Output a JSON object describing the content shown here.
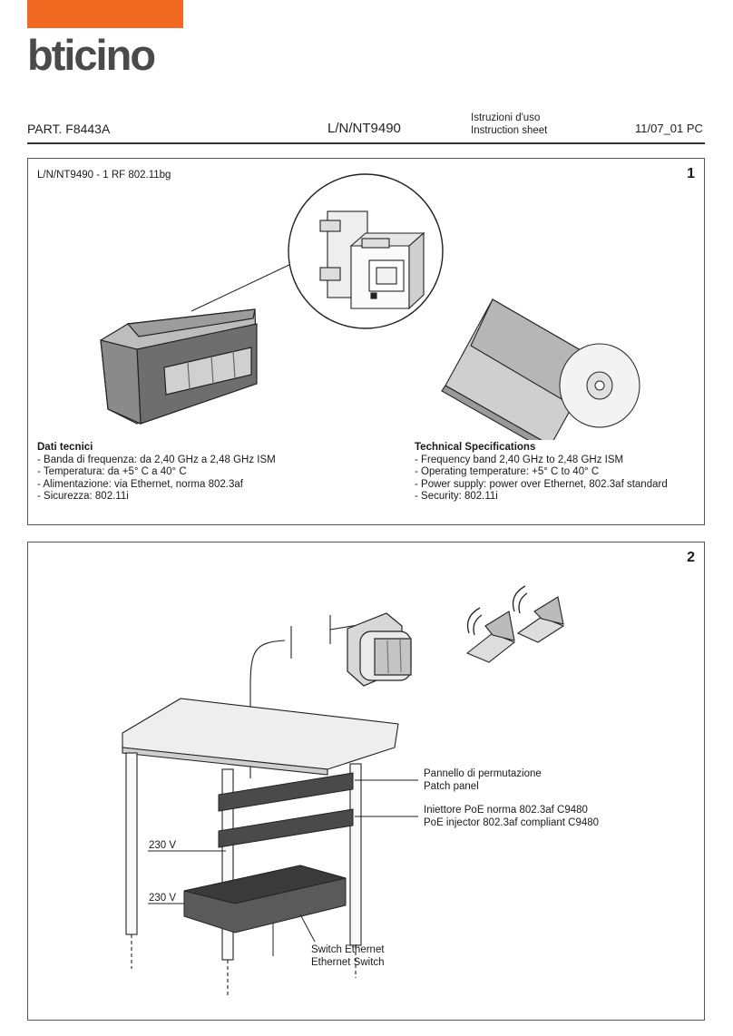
{
  "brand": {
    "name": "bticino",
    "accent": "#f26a21",
    "logo_color": "#4a4a4a"
  },
  "header": {
    "part": "PART. F8443A",
    "model": "L/N/NT9490",
    "doc_line1": "Istruzioni d'uso",
    "doc_line2": "Instruction sheet",
    "date": "11/07_01 PC"
  },
  "panel1": {
    "number": "1",
    "product": "L/N/NT9490 - 1 RF 802.11bg",
    "specs_it": {
      "title": "Dati tecnici",
      "lines": [
        "- Banda di frequenza: da 2,40 GHz a 2,48 GHz ISM",
        "- Temperatura: da +5° C a 40° C",
        "- Alimentazione: via Ethernet, norma 802.3af",
        "- Sicurezza: 802.11i"
      ]
    },
    "specs_en": {
      "title": "Technical Specifications",
      "lines": [
        "- Frequency band 2,40 GHz to 2,48 GHz ISM",
        "- Operating temperature: +5° C to 40° C",
        "- Power supply: power over Ethernet, 802.3af standard",
        "- Security: 802.11i"
      ]
    }
  },
  "panel2": {
    "number": "2",
    "patch_panel": [
      "Pannello di permutazione",
      "Patch panel"
    ],
    "poe_injector": [
      "Iniettore PoE norma 802.3af C9480",
      "PoE injector 802.3af compliant C9480"
    ],
    "switch": [
      "Switch Ethernet",
      "Ethernet Switch"
    ],
    "voltage_1": "230 V",
    "voltage_2": "230 V"
  }
}
